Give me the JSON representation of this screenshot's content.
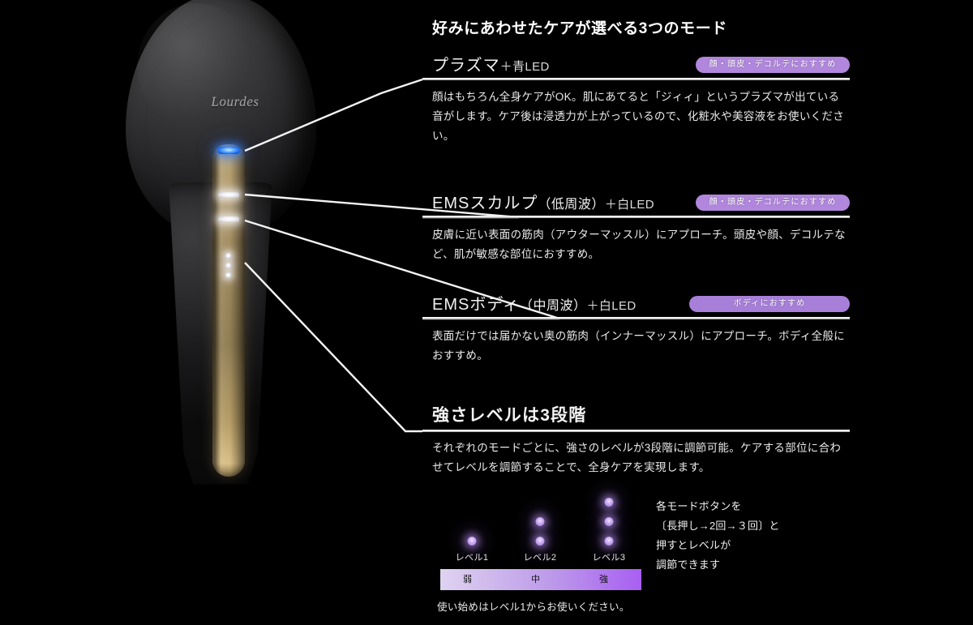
{
  "page": {
    "title": "好みにあわせたケアが選べる3つのモード",
    "background_color": "#000000"
  },
  "device": {
    "brand_logo": "Lourdes",
    "indicator_blue_label": "blue-led",
    "indicator_white_label": "white-led"
  },
  "modes": [
    {
      "heading_main": "プラズマ",
      "heading_sub": "＋青LED",
      "badge": "顔・頭皮・デコルテにおすすめ",
      "badge_color": "#b187dd",
      "body": "顔はもちろん全身ケアがOK。肌にあてると「ジィィ」というプラズマが出ている音がします。ケア後は浸透力が上がっているので、化粧水や美容液をお使いください。"
    },
    {
      "heading_main": "EMSスカルプ",
      "heading_paren": "（低周波）",
      "heading_sub": "＋白LED",
      "badge": "顔・頭皮・デコルテにおすすめ",
      "badge_color": "#b187dd",
      "body": "皮膚に近い表面の筋肉（アウターマッスル）にアプローチ。頭皮や顔、デコルテなど、肌が敏感な部位におすすめ。"
    },
    {
      "heading_main": "EMSボディ",
      "heading_paren": "（中周波）",
      "heading_sub": "＋白LED",
      "badge": "ボディにおすすめ",
      "badge_color": "#a77fd8",
      "body": "表面だけでは届かない奥の筋肉（インナーマッスル）にアプローチ。ボディ全般におすすめ。"
    }
  ],
  "strength": {
    "heading": "強さレベルは3段階",
    "body": "それぞれのモードごとに、強さのレベルが3段階に調節可能。ケアする部位に合わせてレベルを調節することで、全身ケアを実現します。",
    "levels": [
      {
        "label": "レベル1",
        "dots": 1
      },
      {
        "label": "レベル2",
        "dots": 2
      },
      {
        "label": "レベル3",
        "dots": 3
      }
    ],
    "gradient": {
      "weak": "弱",
      "medium": "中",
      "strong": "強",
      "from_color": "#dfd3f0",
      "to_color": "#a85ff2"
    },
    "bottom_note": "使い始めはレベル1からお使いください。",
    "side_note_lines": [
      "各モードボタンを",
      "〔長押し→2回→３回〕と",
      "押すとレベルが",
      "調節できます"
    ]
  }
}
